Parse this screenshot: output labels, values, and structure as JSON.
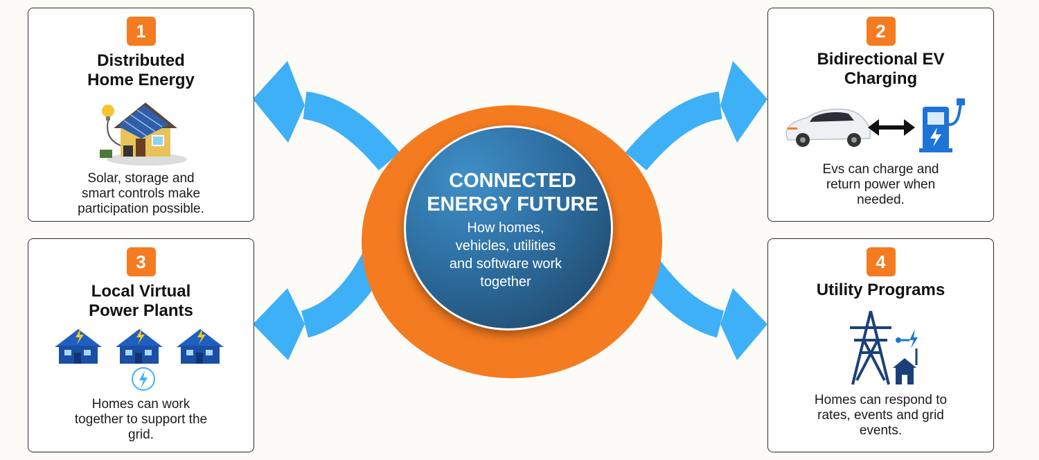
{
  "center": {
    "title_lines": [
      "CONNECTED",
      "ENERGY FUTURE"
    ],
    "subtitle_lines": [
      "How homes,",
      "vehicles, utilities",
      "and software work",
      "together"
    ]
  },
  "cards": [
    {
      "number": "1",
      "title_lines": [
        "Distributed",
        "Home Energy"
      ],
      "desc_lines": [
        "Solar, storage and",
        "smart controls make",
        "participation possible."
      ],
      "icon": "solar-house-icon"
    },
    {
      "number": "2",
      "title_lines": [
        "Bidirectional EV",
        "Charging"
      ],
      "desc_lines": [
        "Evs can charge and",
        "return power when",
        "needed."
      ],
      "icon": "ev-charging-icon"
    },
    {
      "number": "3",
      "title_lines": [
        "Local Virtual",
        "Power Plants"
      ],
      "desc_lines": [
        "Homes can work",
        "together to support the",
        "grid."
      ],
      "icon": "connected-houses-icon"
    },
    {
      "number": "4",
      "title_lines": [
        "Utility Programs"
      ],
      "desc_lines": [
        "Homes can respond to",
        "rates, events and grid",
        "events."
      ],
      "icon": "power-tower-icon"
    }
  ],
  "colors": {
    "accent_orange": "#f47b20",
    "arrow_blue": "#3db0f7",
    "core_blue": "#2d6d9f",
    "card_border": "#2b2b2b"
  }
}
